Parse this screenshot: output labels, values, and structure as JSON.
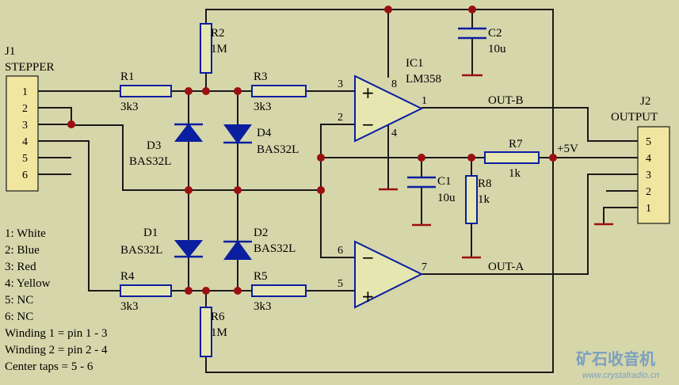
{
  "j1": {
    "ref": "J1",
    "name": "STEPPER",
    "pins": [
      "1",
      "2",
      "3",
      "4",
      "5",
      "6"
    ]
  },
  "j2": {
    "ref": "J2",
    "name": "OUTPUT",
    "pins": [
      "5",
      "4",
      "3",
      "2",
      "1"
    ]
  },
  "ic": {
    "ref": "IC1",
    "value": "LM358",
    "pin_top": "8",
    "pin_gnd": "4",
    "pin_out_b": "1",
    "pin_in3": "3",
    "pin_in2": "2",
    "pin_in6": "6",
    "pin_in5": "5",
    "pin_out_a": "7"
  },
  "resistors": {
    "r1": {
      "ref": "R1",
      "value": "3k3"
    },
    "r2": {
      "ref": "R2",
      "value": "1M"
    },
    "r3": {
      "ref": "R3",
      "value": "3k3"
    },
    "r4": {
      "ref": "R4",
      "value": "3k3"
    },
    "r5": {
      "ref": "R5",
      "value": "3k3"
    },
    "r6": {
      "ref": "R6",
      "value": "1M"
    },
    "r7": {
      "ref": "R7",
      "value": "1k"
    },
    "r8": {
      "ref": "R8",
      "value": "1k"
    }
  },
  "caps": {
    "c1": {
      "ref": "C1",
      "value": "10u"
    },
    "c2": {
      "ref": "C2",
      "value": "10u"
    }
  },
  "diodes": {
    "d1": {
      "ref": "D1",
      "value": "BAS32L"
    },
    "d2": {
      "ref": "D2",
      "value": "BAS32L"
    },
    "d3": {
      "ref": "D3",
      "value": "BAS32L"
    },
    "d4": {
      "ref": "D4",
      "value": "BAS32L"
    }
  },
  "nets": {
    "out_b": "OUT-B",
    "out_a": "OUT-A",
    "vcc": "+5V"
  },
  "notes": [
    "1: White",
    "2: Blue",
    "3: Red",
    "4: Yellow",
    "5: NC",
    "6: NC",
    "Winding 1 = pin 1 - 3",
    "Winding 2 = pin 2 - 4",
    "Center taps = 5 - 6"
  ],
  "opamp_symbols": {
    "plus": "+",
    "minus": "−"
  },
  "watermark": {
    "cn": "矿石收音机",
    "url": "www.crystalradio.cn"
  },
  "colors": {
    "background": "#d6d6ab",
    "wire": "#1a1a1a",
    "component": "#0a1ea0",
    "junction": "#9a1010",
    "connector": "#f0e6a0"
  }
}
